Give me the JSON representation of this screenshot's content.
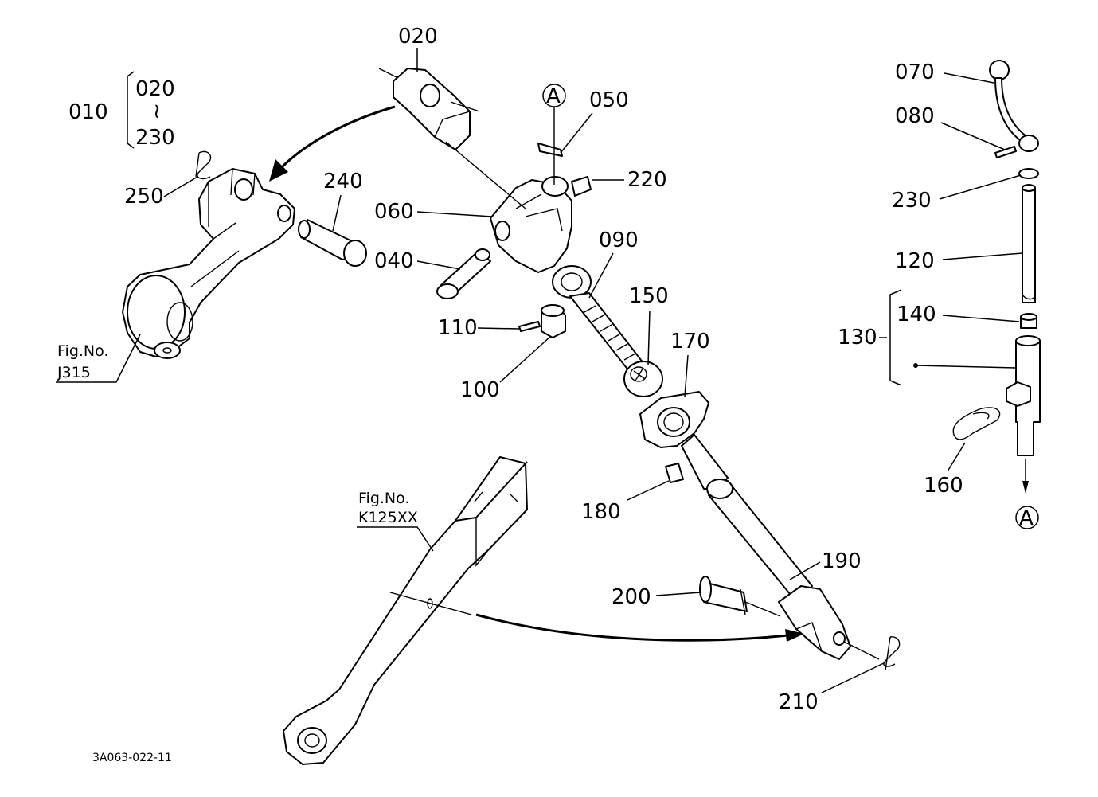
{
  "labels": {
    "p010": "010",
    "p020": "020",
    "p020_range": "020",
    "range_tilde": "≀",
    "p230_range": "230",
    "p040": "040",
    "p050": "050",
    "p060": "060",
    "p070": "070",
    "p080": "080",
    "p090": "090",
    "p100": "100",
    "p110": "110",
    "p120": "120",
    "p130": "130",
    "p140": "140",
    "p150": "150",
    "p160": "160",
    "p170": "170",
    "p180": "180",
    "p190": "190",
    "p200": "200",
    "p210": "210",
    "p220": "220",
    "p230": "230",
    "p240": "240",
    "p250": "250",
    "marker_a_top": "A",
    "marker_a_bottom": "A"
  },
  "figure_refs": {
    "j315_caption": "Fig.No.",
    "j315_number": "J315",
    "k125_caption": "Fig.No.",
    "k125_number": "K125XX"
  },
  "drawing_code": "3A063-022-11"
}
